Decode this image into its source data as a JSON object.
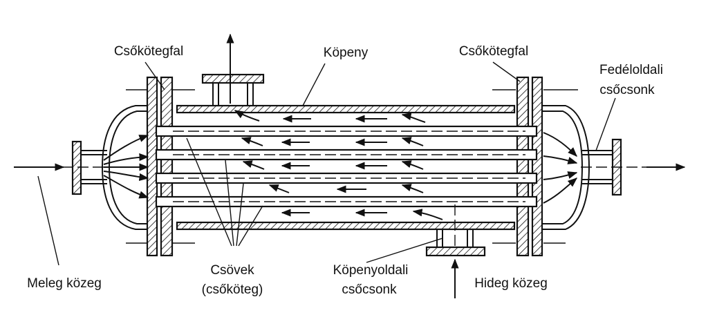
{
  "labels": {
    "tube_sheet_left": "Csőkötegfal",
    "shell": "Köpeny",
    "tube_sheet_right": "Csőkötegfal",
    "cover_nozzle_line1": "Fedéloldali",
    "cover_nozzle_line2": "csőcsonk",
    "tubes_line1": "Csövek",
    "tubes_line2": "(csőköteg)",
    "shell_nozzle_line1": "Köpenyoldali",
    "shell_nozzle_line2": "csőcsonk",
    "hot_medium": "Meleg közeg",
    "cold_medium": "Hideg közeg"
  },
  "colors": {
    "line": "#111111",
    "background": "#ffffff"
  }
}
